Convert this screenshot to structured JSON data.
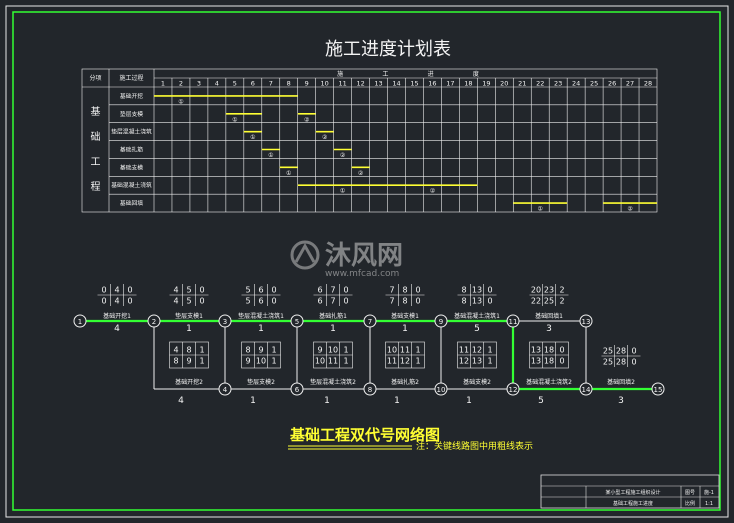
{
  "colors": {
    "background": "#22262b",
    "frame": "#33ff33",
    "table_grid": "#f0f0f0",
    "bar": "#ffff33",
    "critical_line": "#33ff33",
    "normal_line": "#f0f0f0",
    "title_text": "#f4f4f4",
    "network_title": "#ffff33"
  },
  "schedule": {
    "title": "施工进度计划表",
    "header": {
      "category": "分项",
      "task": "施工过程",
      "duration_label": [
        "施",
        "工",
        "进",
        "度"
      ],
      "days": [
        "1",
        "2",
        "3",
        "4",
        "5",
        "6",
        "7",
        "8",
        "9",
        "10",
        "11",
        "12",
        "13",
        "14",
        "15",
        "16",
        "17",
        "18",
        "19",
        "20",
        "21",
        "22",
        "23",
        "24",
        "25",
        "26",
        "27",
        "28"
      ]
    },
    "group_label": [
      "基",
      "础",
      "工",
      "程"
    ],
    "rows": [
      {
        "task": "基础开挖",
        "bars": [
          {
            "start": 1,
            "end": 8,
            "label": "①",
            "label_day": 2
          }
        ]
      },
      {
        "task": "垫层支模",
        "bars": [
          {
            "start": 5,
            "end": 6,
            "label": "①",
            "label_day": 5
          },
          {
            "start": 9,
            "end": 9,
            "label": "②",
            "label_day": 9
          }
        ]
      },
      {
        "task": "垫层混凝土浇筑",
        "bars": [
          {
            "start": 6,
            "end": 6,
            "label": "①",
            "label_day": 6
          },
          {
            "start": 10,
            "end": 10,
            "label": "②",
            "label_day": 10
          }
        ]
      },
      {
        "task": "基础扎筋",
        "bars": [
          {
            "start": 7,
            "end": 7,
            "label": "①",
            "label_day": 7
          },
          {
            "start": 11,
            "end": 11,
            "label": "②",
            "label_day": 11
          }
        ]
      },
      {
        "task": "基础支模",
        "bars": [
          {
            "start": 8,
            "end": 8,
            "label": "①",
            "label_day": 8
          },
          {
            "start": 12,
            "end": 12,
            "label": "②",
            "label_day": 12
          }
        ]
      },
      {
        "task": "基础混凝土浇筑",
        "bars": [
          {
            "start": 9,
            "end": 13,
            "label": "①",
            "label_day": 11
          },
          {
            "start": 14,
            "end": 18,
            "label": "②",
            "label_day": 16
          }
        ]
      },
      {
        "task": "基础回填",
        "bars": [
          {
            "start": 21,
            "end": 23,
            "label": "①",
            "label_day": 22
          },
          {
            "start": 26,
            "end": 28,
            "label": "②",
            "label_day": 27
          }
        ]
      }
    ]
  },
  "network": {
    "title": "基础工程双代号网络图",
    "note": "注：关键线路图中用粗线表示",
    "nodes": [
      "1",
      "2",
      "3",
      "4",
      "5",
      "6",
      "7",
      "8",
      "9",
      "10",
      "11",
      "12",
      "13",
      "14",
      "15"
    ],
    "top_activities": [
      {
        "label": "基础开挖1",
        "duration": "4",
        "tp": [
          "0",
          "4",
          "0",
          "0",
          "4",
          "0"
        ]
      },
      {
        "label": "垫层支模1",
        "duration": "1",
        "tp": [
          "4",
          "5",
          "0",
          "4",
          "5",
          "0"
        ]
      },
      {
        "label": "垫层混凝土浇筑1",
        "duration": "1",
        "tp": [
          "5",
          "6",
          "0",
          "5",
          "6",
          "0"
        ]
      },
      {
        "label": "基础扎筋1",
        "duration": "1",
        "tp": [
          "6",
          "7",
          "0",
          "6",
          "7",
          "0"
        ]
      },
      {
        "label": "基础支模1",
        "duration": "1",
        "tp": [
          "7",
          "8",
          "0",
          "7",
          "8",
          "0"
        ]
      },
      {
        "label": "基础混凝土浇筑1",
        "duration": "5",
        "tp": [
          "8",
          "13",
          "0",
          "8",
          "13",
          "0"
        ]
      },
      {
        "label": "基础回填1",
        "duration": "3",
        "tp": [
          "20",
          "23",
          "2",
          "22",
          "25",
          "2"
        ]
      }
    ],
    "bottom_activities": [
      {
        "label": "基础开挖2",
        "duration": "4",
        "tp": [
          "4",
          "8",
          "1",
          "8",
          "9",
          "1"
        ]
      },
      {
        "label": "垫层支模2",
        "duration": "1",
        "tp": [
          "8",
          "9",
          "1",
          "9",
          "10",
          "1"
        ]
      },
      {
        "label": "垫层混凝土浇筑2",
        "duration": "1",
        "tp": [
          "9",
          "10",
          "1",
          "10",
          "11",
          "1"
        ]
      },
      {
        "label": "基础扎筋2",
        "duration": "1",
        "tp": [
          "10",
          "11",
          "1",
          "11",
          "12",
          "1"
        ]
      },
      {
        "label": "基础支模2",
        "duration": "1",
        "tp": [
          "11",
          "12",
          "1",
          "12",
          "13",
          "1"
        ]
      },
      {
        "label": "基础混凝土浇筑2",
        "duration": "5",
        "tp": [
          "13",
          "18",
          "0",
          "13",
          "18",
          "0"
        ]
      },
      {
        "label": "基础回填2",
        "duration": "3",
        "tp": [
          "25",
          "28",
          "0",
          "25",
          "28",
          "0"
        ]
      }
    ]
  },
  "watermark": {
    "brand": "沐风网",
    "url": "www.mfcad.com"
  },
  "title_block": {
    "line1": "某小型工程施工组织设计",
    "line2": "基础工程施工进度",
    "label_a": "图号",
    "label_b": "比例",
    "value_a": "施-1",
    "value_b": "1:1"
  }
}
